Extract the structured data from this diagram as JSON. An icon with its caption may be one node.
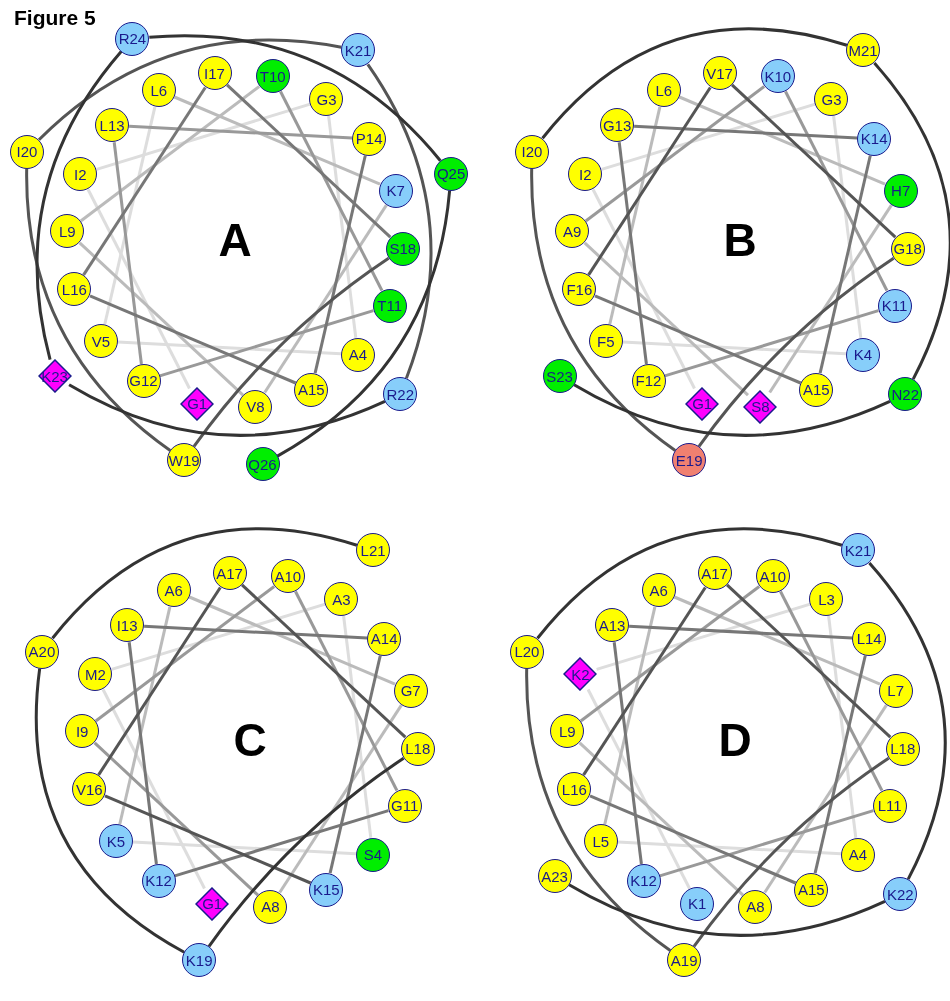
{
  "diagram": {
    "title": "Figure 5",
    "nodes": [
      {
        "text": [
          "G1"
        ]
      },
      {
        "text": [
          "I2"
        ]
      },
      {
        "text": [
          "G3"
        ]
      },
      {
        "text": [
          "A4"
        ]
      },
      {
        "text": [
          "V5"
        ]
      },
      {
        "text": [
          "L6"
        ]
      },
      {
        "text": [
          "K7"
        ]
      },
      {
        "text": [
          "V8"
        ]
      },
      {
        "text": [
          "L9"
        ]
      },
      {
        "text": [
          "T10"
        ]
      },
      {
        "text": [
          "T11"
        ]
      },
      {
        "text": [
          "G12"
        ]
      },
      {
        "text": [
          "L13"
        ]
      },
      {
        "text": [
          "P14"
        ]
      },
      {
        "text": [
          "A15"
        ]
      },
      {
        "text": [
          "L16"
        ]
      },
      {
        "text": [
          "I17"
        ]
      },
      {
        "text": [
          "S18"
        ]
      },
      {
        "text": [
          "W19"
        ]
      },
      {
        "text": [
          "I20"
        ]
      },
      {
        "text": [
          "K21"
        ]
      },
      {
        "text": [
          "R22"
        ]
      },
      {
        "text": [
          "K23"
        ]
      },
      {
        "text": [
          "R24"
        ]
      },
      {
        "text": [
          "Q25"
        ]
      },
      {
        "text": [
          "Q26"
        ]
      },
      {
        "text": [
          "G1"
        ]
      },
      {
        "text": [
          "I2"
        ]
      },
      {
        "text": [
          "G3"
        ]
      },
      {
        "text": [
          "K4"
        ]
      },
      {
        "text": [
          "F5"
        ]
      },
      {
        "text": [
          "L6"
        ]
      },
      {
        "text": [
          "H7"
        ]
      },
      {
        "text": [
          "S8"
        ]
      },
      {
        "text": [
          "A9"
        ]
      },
      {
        "text": [
          "K10"
        ]
      },
      {
        "text": [
          "K11"
        ]
      },
      {
        "text": [
          "F12"
        ]
      },
      {
        "text": [
          "G13"
        ]
      },
      {
        "text": [
          "K14"
        ]
      },
      {
        "text": [
          "A15"
        ]
      },
      {
        "text": [
          "F16"
        ]
      },
      {
        "text": [
          "V17"
        ]
      },
      {
        "text": [
          "G18"
        ]
      },
      {
        "text": [
          "E19"
        ]
      },
      {
        "text": [
          "I20"
        ]
      },
      {
        "text": [
          "M21"
        ]
      },
      {
        "text": [
          "N22"
        ]
      },
      {
        "text": [
          "S23"
        ]
      },
      {
        "text": [
          "G1"
        ]
      },
      {
        "text": [
          "M2"
        ]
      },
      {
        "text": [
          "A3"
        ]
      },
      {
        "text": [
          "S4"
        ]
      },
      {
        "text": [
          "K5"
        ]
      },
      {
        "text": [
          "A6"
        ]
      },
      {
        "text": [
          "G7"
        ]
      },
      {
        "text": [
          "A8"
        ]
      },
      {
        "text": [
          "I9"
        ]
      },
      {
        "text": [
          "A10"
        ]
      },
      {
        "text": [
          "G11"
        ]
      },
      {
        "text": [
          "K12"
        ]
      },
      {
        "text": [
          "I13"
        ]
      },
      {
        "text": [
          "A14"
        ]
      },
      {
        "text": [
          "K15"
        ]
      },
      {
        "text": [
          "V16"
        ]
      },
      {
        "text": [
          "A17"
        ]
      },
      {
        "text": [
          "L18"
        ]
      },
      {
        "text": [
          "K19"
        ]
      },
      {
        "text": [
          "A20"
        ]
      },
      {
        "text": [
          "L21"
        ]
      },
      {
        "text": [
          "K1"
        ]
      },
      {
        "text": [
          "K2"
        ]
      },
      {
        "text": [
          "L3"
        ]
      },
      {
        "text": [
          "A4"
        ]
      },
      {
        "text": [
          "L5"
        ]
      },
      {
        "text": [
          "A6"
        ]
      },
      {
        "text": [
          "L7"
        ]
      },
      {
        "text": [
          "A8"
        ]
      },
      {
        "text": [
          "L9"
        ]
      },
      {
        "text": [
          "A10"
        ]
      },
      {
        "text": [
          "L11"
        ]
      },
      {
        "text": [
          "K12"
        ]
      },
      {
        "text": [
          "A13"
        ]
      },
      {
        "text": [
          "L14"
        ]
      },
      {
        "text": [
          "A15"
        ]
      },
      {
        "text": [
          "L16"
        ]
      },
      {
        "text": [
          "A17"
        ]
      },
      {
        "text": [
          "L18"
        ]
      },
      {
        "text": [
          "A19"
        ]
      },
      {
        "text": [
          "L20"
        ]
      },
      {
        "text": [
          "K21"
        ]
      },
      {
        "text": [
          "K22"
        ]
      },
      {
        "text": [
          "A23"
        ]
      }
    ],
    "edges": [
      {
        "from": 0,
        "to": 1,
        "arrow": "none",
        "color": "#dddddd"
      },
      {
        "from": 1,
        "to": 2,
        "arrow": "none",
        "color": "#dddddd"
      },
      {
        "from": 2,
        "to": 3,
        "arrow": "none",
        "color": "#dddddd"
      },
      {
        "from": 3,
        "to": 4,
        "arrow": "none",
        "color": "#dddddd"
      },
      {
        "from": 4,
        "to": 5,
        "arrow": "none",
        "color": "#dddddd"
      },
      {
        "from": 5,
        "to": 6,
        "arrow": "none",
        "color": "#bbbbbb"
      },
      {
        "from": 6,
        "to": 7,
        "arrow": "none",
        "color": "#bbbbbb"
      },
      {
        "from": 7,
        "to": 8,
        "arrow": "none",
        "color": "#bbbbbb"
      },
      {
        "from": 8,
        "to": 9,
        "arrow": "none",
        "color": "#bbbbbb"
      },
      {
        "from": 9,
        "to": 10,
        "arrow": "none",
        "color": "#999999"
      },
      {
        "from": 10,
        "to": 11,
        "arrow": "none",
        "color": "#999999"
      },
      {
        "from": 11,
        "to": 12,
        "arrow": "none",
        "color": "#999999"
      },
      {
        "from": 12,
        "to": 13,
        "arrow": "none",
        "color": "#999999"
      },
      {
        "from": 13,
        "to": 14,
        "arrow": "none",
        "color": "#777777"
      },
      {
        "from": 14,
        "to": 15,
        "arrow": "none",
        "color": "#777777"
      },
      {
        "from": 15,
        "to": 16,
        "arrow": "none",
        "color": "#777777"
      },
      {
        "from": 16,
        "to": 17,
        "arrow": "none",
        "color": "#777777"
      },
      {
        "from": 17,
        "to": 18,
        "arrow": "none",
        "color": "#555555"
      },
      {
        "from": 18,
        "to": 19,
        "arrow": "none",
        "color": "#555555"
      },
      {
        "from": 19,
        "to": 20,
        "arrow": "none",
        "color": "#555555"
      },
      {
        "from": 20,
        "to": 21,
        "arrow": "none",
        "color": "#555555"
      },
      {
        "from": 21,
        "to": 22,
        "arrow": "none",
        "color": "#333333"
      },
      {
        "from": 22,
        "to": 23,
        "arrow": "none",
        "color": "#333333"
      },
      {
        "from": 23,
        "to": 24,
        "arrow": "none",
        "color": "#333333"
      },
      {
        "from": 24,
        "to": 25,
        "arrow": "none",
        "color": "#333333"
      },
      {
        "from": 26,
        "to": 27,
        "arrow": "none",
        "color": "#dddddd"
      },
      {
        "from": 27,
        "to": 28,
        "arrow": "none",
        "color": "#dddddd"
      },
      {
        "from": 28,
        "to": 29,
        "arrow": "none",
        "color": "#dddddd"
      },
      {
        "from": 29,
        "to": 30,
        "arrow": "none",
        "color": "#dddddd"
      },
      {
        "from": 30,
        "to": 31,
        "arrow": "none",
        "color": "#bbbbbb"
      },
      {
        "from": 31,
        "to": 32,
        "arrow": "none",
        "color": "#bbbbbb"
      },
      {
        "from": 32,
        "to": 33,
        "arrow": "none",
        "color": "#bbbbbb"
      },
      {
        "from": 33,
        "to": 34,
        "arrow": "none",
        "color": "#bbbbbb"
      },
      {
        "from": 34,
        "to": 35,
        "arrow": "none",
        "color": "#999999"
      },
      {
        "from": 35,
        "to": 36,
        "arrow": "none",
        "color": "#999999"
      },
      {
        "from": 36,
        "to": 37,
        "arrow": "none",
        "color": "#999999"
      },
      {
        "from": 37,
        "to": 38,
        "arrow": "none",
        "color": "#777777"
      },
      {
        "from": 38,
        "to": 39,
        "arrow": "none",
        "color": "#777777"
      },
      {
        "from": 39,
        "to": 40,
        "arrow": "none",
        "color": "#777777"
      },
      {
        "from": 40,
        "to": 41,
        "arrow": "none",
        "color": "#777777"
      },
      {
        "from": 41,
        "to": 42,
        "arrow": "none",
        "color": "#555555"
      },
      {
        "from": 42,
        "to": 43,
        "arrow": "none",
        "color": "#555555"
      },
      {
        "from": 43,
        "to": 44,
        "arrow": "none",
        "color": "#555555"
      },
      {
        "from": 44,
        "to": 45,
        "arrow": "none",
        "color": "#555555"
      },
      {
        "from": 45,
        "to": 46,
        "arrow": "none",
        "color": "#333333"
      },
      {
        "from": 46,
        "to": 47,
        "arrow": "none",
        "color": "#333333"
      },
      {
        "from": 47,
        "to": 48,
        "arrow": "none",
        "color": "#333333"
      },
      {
        "from": 49,
        "to": 50,
        "arrow": "none",
        "color": "#dddddd"
      },
      {
        "from": 50,
        "to": 51,
        "arrow": "none",
        "color": "#dddddd"
      },
      {
        "from": 51,
        "to": 52,
        "arrow": "none",
        "color": "#dddddd"
      },
      {
        "from": 52,
        "to": 53,
        "arrow": "none",
        "color": "#dddddd"
      },
      {
        "from": 53,
        "to": 54,
        "arrow": "none",
        "color": "#bbbbbb"
      },
      {
        "from": 54,
        "to": 55,
        "arrow": "none",
        "color": "#bbbbbb"
      },
      {
        "from": 55,
        "to": 56,
        "arrow": "none",
        "color": "#bbbbbb"
      },
      {
        "from": 56,
        "to": 57,
        "arrow": "none",
        "color": "#999999"
      },
      {
        "from": 57,
        "to": 58,
        "arrow": "none",
        "color": "#999999"
      },
      {
        "from": 58,
        "to": 59,
        "arrow": "none",
        "color": "#999999"
      },
      {
        "from": 59,
        "to": 60,
        "arrow": "none",
        "color": "#777777"
      },
      {
        "from": 60,
        "to": 61,
        "arrow": "none",
        "color": "#777777"
      },
      {
        "from": 61,
        "to": 62,
        "arrow": "none",
        "color": "#777777"
      },
      {
        "from": 62,
        "to": 63,
        "arrow": "none",
        "color": "#777777"
      },
      {
        "from": 63,
        "to": 64,
        "arrow": "none",
        "color": "#555555"
      },
      {
        "from": 64,
        "to": 65,
        "arrow": "none",
        "color": "#555555"
      },
      {
        "from": 65,
        "to": 66,
        "arrow": "none",
        "color": "#555555"
      },
      {
        "from": 66,
        "to": 67,
        "arrow": "none",
        "color": "#333333"
      },
      {
        "from": 67,
        "to": 68,
        "arrow": "none",
        "color": "#333333"
      },
      {
        "from": 68,
        "to": 69,
        "arrow": "none",
        "color": "#333333"
      },
      {
        "from": 70,
        "to": 71,
        "arrow": "none",
        "color": "#dddddd"
      },
      {
        "from": 71,
        "to": 72,
        "arrow": "none",
        "color": "#dddddd"
      },
      {
        "from": 72,
        "to": 73,
        "arrow": "none",
        "color": "#dddddd"
      },
      {
        "from": 73,
        "to": 74,
        "arrow": "none",
        "color": "#dddddd"
      },
      {
        "from": 74,
        "to": 75,
        "arrow": "none",
        "color": "#bbbbbb"
      },
      {
        "from": 75,
        "to": 76,
        "arrow": "none",
        "color": "#bbbbbb"
      },
      {
        "from": 76,
        "to": 77,
        "arrow": "none",
        "color": "#bbbbbb"
      },
      {
        "from": 77,
        "to": 78,
        "arrow": "none",
        "color": "#bbbbbb"
      },
      {
        "from": 78,
        "to": 79,
        "arrow": "none",
        "color": "#999999"
      },
      {
        "from": 79,
        "to": 80,
        "arrow": "none",
        "color": "#999999"
      },
      {
        "from": 80,
        "to": 81,
        "arrow": "none",
        "color": "#999999"
      },
      {
        "from": 81,
        "to": 82,
        "arrow": "none",
        "color": "#777777"
      },
      {
        "from": 82,
        "to": 83,
        "arrow": "none",
        "color": "#777777"
      },
      {
        "from": 83,
        "to": 84,
        "arrow": "none",
        "color": "#777777"
      },
      {
        "from": 84,
        "to": 85,
        "arrow": "none",
        "color": "#777777"
      },
      {
        "from": 85,
        "to": 86,
        "arrow": "none",
        "color": "#555555"
      },
      {
        "from": 86,
        "to": 87,
        "arrow": "none",
        "color": "#555555"
      },
      {
        "from": 87,
        "to": 88,
        "arrow": "none",
        "color": "#555555"
      },
      {
        "from": 88,
        "to": 89,
        "arrow": "none",
        "color": "#555555"
      },
      {
        "from": 89,
        "to": 90,
        "arrow": "none",
        "color": "#333333"
      },
      {
        "from": 90,
        "to": 91,
        "arrow": "none",
        "color": "#333333"
      },
      {
        "from": 91,
        "to": 92,
        "arrow": "none",
        "color": "#333333"
      }
    ],
    "labels": [
      "A",
      "B",
      "C",
      "D"
    ]
  }
}
